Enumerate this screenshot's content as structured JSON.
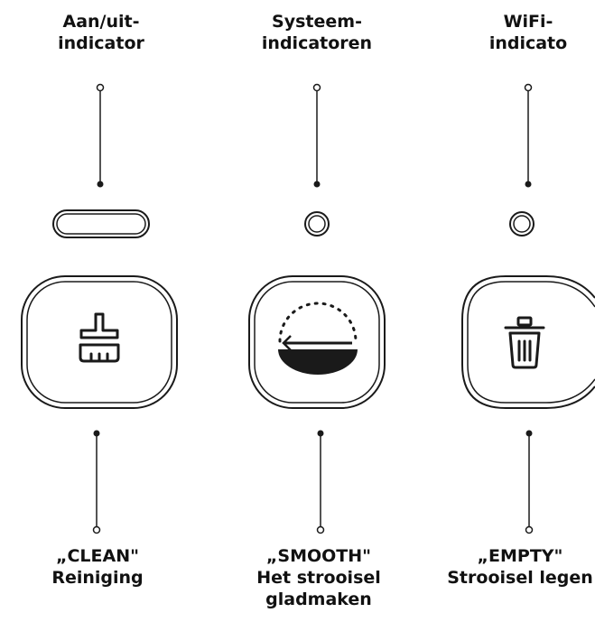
{
  "top_labels": [
    {
      "line1": "Aan/uit-",
      "line2": "indicator"
    },
    {
      "line1": "Systeem-",
      "line2": "indicatoren"
    },
    {
      "line1": "WiFi-",
      "line2": "indicato"
    }
  ],
  "bottom_labels": [
    {
      "line1": "„CLEAN\"",
      "line2": "Reiniging",
      "line3": ""
    },
    {
      "line1": "„SMOOTH\"",
      "line2": "Het strooisel",
      "line3": "gladmaken"
    },
    {
      "line1": "„EMPTY\"",
      "line2": "Strooisel legen",
      "line3": ""
    }
  ],
  "icons": [
    "power-indicator-pill",
    "system-indicator-dot",
    "wifi-indicator-dot",
    "clean-brush-icon",
    "smooth-litter-icon",
    "empty-trash-icon"
  ],
  "colors": {
    "stroke": "#1a1a1a",
    "background": "#ffffff"
  }
}
